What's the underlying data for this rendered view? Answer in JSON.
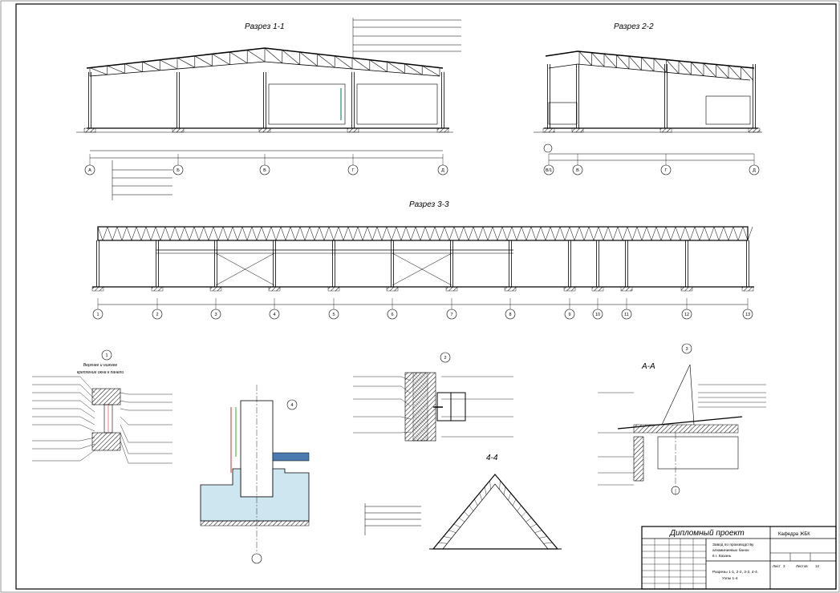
{
  "sections": {
    "s1": {
      "title": "Разрез 1-1",
      "axes": [
        "A",
        "Б",
        "В",
        "Г",
        "Д"
      ]
    },
    "s2": {
      "title": "Разрез 2-2",
      "axes": [
        "В/1",
        "В",
        "Г",
        "Д"
      ]
    },
    "s3": {
      "title": "Разрез 3-3",
      "axes": [
        "1",
        "2",
        "3",
        "4",
        "5",
        "6",
        "7",
        "8",
        "9",
        "10",
        "11",
        "12",
        "13"
      ]
    },
    "s44": {
      "title": "4-4"
    },
    "aa": {
      "title": "А-А"
    }
  },
  "details": {
    "d1": {
      "number": "1",
      "caption_l1": "Верхнее и нижнее",
      "caption_l2": "крепление окна к панели"
    },
    "d2": {
      "number": "2"
    },
    "d3": {
      "number": "3"
    },
    "d4": {
      "number": "4"
    }
  },
  "title_block": {
    "project": "Дипломный проект",
    "department": "Кафедра ЖБК",
    "desc_l1": "Завод по производству",
    "desc_l2": "алюминиевых банок",
    "desc_l3": "в г. Казань",
    "sheet_title_l1": "Разрезы 1-1, 2-2, 3-3, 4-4.",
    "sheet_title_l2": "Узлы 1-4",
    "stage_label": "Лист",
    "stage_value": "3",
    "sheets_label": "Листов",
    "sheets_value": "12"
  }
}
